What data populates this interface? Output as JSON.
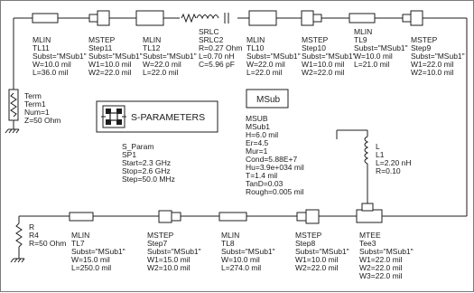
{
  "components": {
    "tl11": [
      "MLIN",
      "TL11",
      "Subst=\"MSub1\"",
      "W=10.0 mil",
      "L=36.0 mil"
    ],
    "step11": [
      "MSTEP",
      "Step11",
      "Subst=\"MSub1\"",
      "W1=10.0 mil",
      "W2=22.0 mil"
    ],
    "tl12": [
      "MLIN",
      "TL12",
      "Subst=\"MSub1\"",
      "W=22.0 mil",
      "L=22.0 mil"
    ],
    "srlc2": [
      "SRLC",
      "SRLC2",
      "R=0.27 Ohm",
      "L=0.70 nH",
      "C=5.96 pF"
    ],
    "tl10": [
      "MLIN",
      "TL10",
      "Subst=\"MSub1\"",
      "W=22.0 mil",
      "L=22.0 mil"
    ],
    "step10": [
      "MSTEP",
      "Step10",
      "Subst=\"MSub1\"",
      "W1=10.0 mil",
      "W2=22.0 mil"
    ],
    "tl9": [
      "MLIN",
      "TL9",
      "Subst=\"MSub1\"",
      "W=10.0 mil",
      "L=21.0 mil"
    ],
    "step9": [
      "MSTEP",
      "Step9",
      "Subst=\"MSub1\"",
      "W1=22.0 mil",
      "W2=10.0 mil"
    ],
    "term1": [
      "Term",
      "Term1",
      "Num=1",
      "Z=50 Ohm"
    ],
    "sp1": [
      "S_Param",
      "SP1",
      "Start=2.3 GHz",
      "Stop=2.6 GHz",
      "Step=50.0 MHz"
    ],
    "msub1": [
      "MSUB",
      "MSub1",
      "H=6.0 mil",
      "Er=4.5",
      "Mur=1",
      "Cond=5.88E+7",
      "Hu=3.9e+034 mil",
      "T=1.4 mil",
      "TanD=0.03",
      "Rough=0.005 mil"
    ],
    "l1": [
      "L",
      "L1",
      "L=2.20 nH",
      "R=0.10"
    ],
    "r4": [
      "R",
      "R4",
      "R=50 Ohm"
    ],
    "tl7": [
      "MLIN",
      "TL7",
      "Subst=\"MSub1\"",
      "W=15.0 mil",
      "L=250.0 mil"
    ],
    "step7": [
      "MSTEP",
      "Step7",
      "Subst=\"MSub1\"",
      "W1=15.0 mil",
      "W2=10.0 mil"
    ],
    "tl8": [
      "MLIN",
      "TL8",
      "Subst=\"MSub1\"",
      "W=10.0 mil",
      "L=274.0 mil"
    ],
    "step8": [
      "MSTEP",
      "Step8",
      "Subst=\"MSub1\"",
      "W1=10.0 mil",
      "W2=22.0 mil"
    ],
    "tee3": [
      "MTEE",
      "Tee3",
      "Subst=\"MSub1\"",
      "W1=22.0 mil",
      "W2=22.0 mil",
      "W3=22.0 mil"
    ]
  },
  "blocks": {
    "sparam_title": "S-PARAMETERS",
    "msub_title": "MSub"
  }
}
